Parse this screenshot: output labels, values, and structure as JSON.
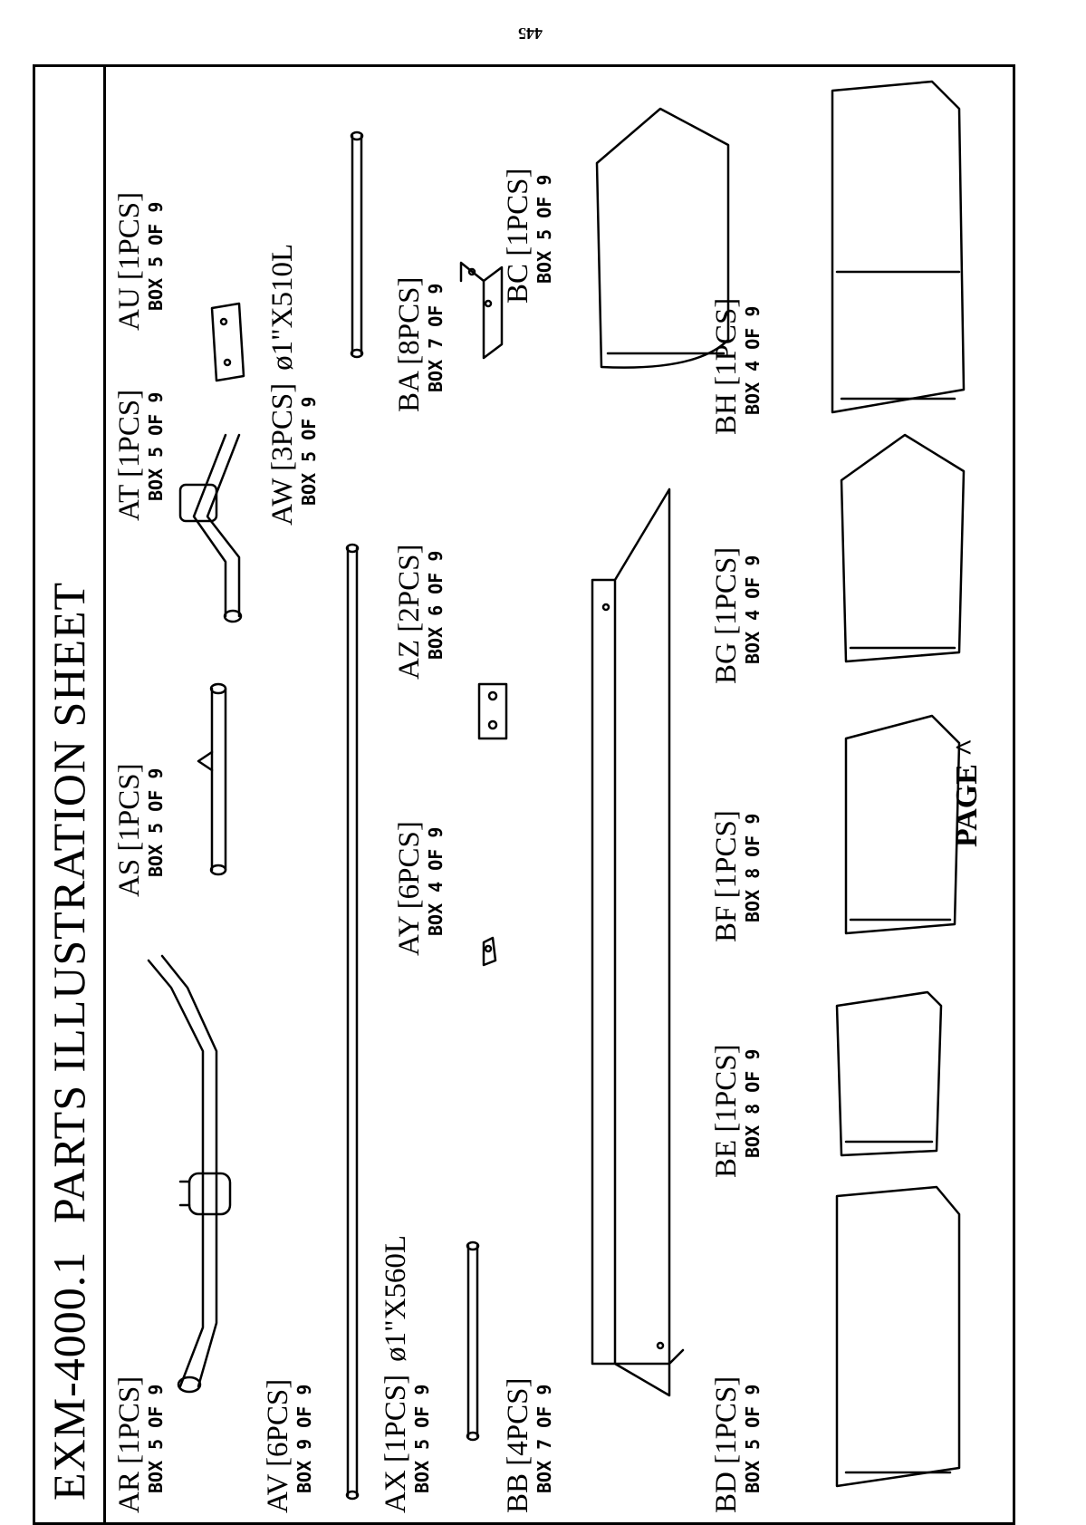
{
  "page_stamp": "445",
  "title": {
    "model": "EXM-4000.1",
    "heading": "PARTS ILLUSTRATION SHEET"
  },
  "parts": [
    {
      "code": "AR [1PCS]",
      "box": "BOX 5 OF 9"
    },
    {
      "code": "AS [1PCS]",
      "box": "BOX 5 OF 9"
    },
    {
      "code": "AT [1PCS]",
      "box": "BOX 5 OF 9"
    },
    {
      "code": "AU [1PCS]",
      "box": "BOX 5 OF 9"
    },
    {
      "code": "AV [6PCS]",
      "box": "BOX 9 OF 9"
    },
    {
      "code": "AW [3PCS]",
      "dim": "ø1\"X510L",
      "box": "BOX 5 OF 9"
    },
    {
      "code": "AX [1PCS]",
      "dim": "ø1\"X560L",
      "box": "BOX 5 OF 9"
    },
    {
      "code": "AY [6PCS]",
      "box": "BOX 4 OF 9"
    },
    {
      "code": "AZ [2PCS]",
      "box": "BOX 6 OF 9"
    },
    {
      "code": "BA [8PCS]",
      "box": "BOX 7 OF 9"
    },
    {
      "code": "BB [4PCS]",
      "box": "BOX 7 OF 9"
    },
    {
      "code": "BC [1PCS]",
      "box": "BOX 5 OF 9"
    },
    {
      "code": "BD [1PCS]",
      "box": "BOX 5 OF 9"
    },
    {
      "code": "BE [1PCS]",
      "box": "BOX 8 OF 9"
    },
    {
      "code": "BF [1PCS]",
      "box": "BOX 8 OF 9"
    },
    {
      "code": "BG [1PCS]",
      "box": "BOX 4 OF 9"
    },
    {
      "code": "BH [1PCS]",
      "box": "BOX 4 OF 9"
    }
  ],
  "footer": {
    "page": "PAGE ^"
  }
}
